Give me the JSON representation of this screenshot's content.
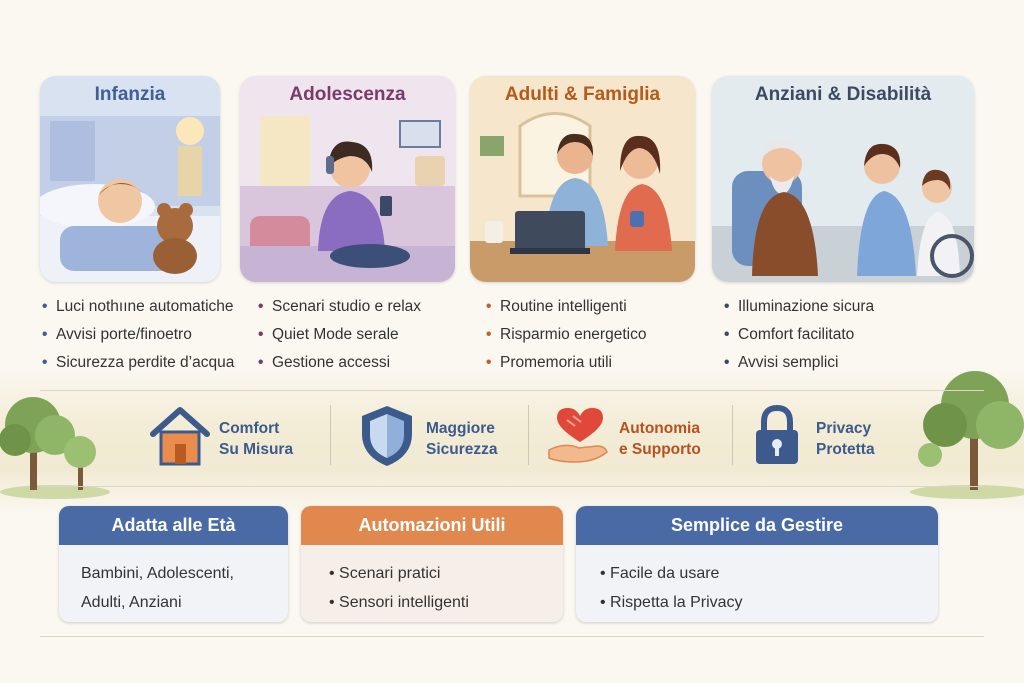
{
  "panels": [
    {
      "title": "Infanzia",
      "color": "#3f5f95",
      "bullet_color": "#3f5f95",
      "bullets": [
        "Luci nothııne automatiche",
        "Avvisi porte/finoetro",
        "Sicurezza perdite d’acqua"
      ]
    },
    {
      "title": "Adolescenza",
      "color": "#7a3a6a",
      "bullet_color": "#7a3a6a",
      "bullets": [
        "Scenari studio e relax",
        "Quiet Mode serale",
        "Gestione accessi"
      ]
    },
    {
      "title": "Adulti & Famiglia",
      "color": "#b35a1c",
      "bullet_color": "#c0602a",
      "bullets": [
        "Routine intelligenti",
        "Risparmio energetico",
        "Promemoria utili"
      ]
    },
    {
      "title": "Anziani & Disabilità",
      "color": "#3c4a63",
      "bullet_color": "#3c4a63",
      "bullets": [
        "Illuminazione sicura",
        "Comfort facilitato",
        "Avvisi semplici"
      ]
    }
  ],
  "features": [
    {
      "line1": "Comfort",
      "line2": "Su Misura",
      "color": "#3d5a8c",
      "icon": "house-icon"
    },
    {
      "line1": "Maggiore",
      "line2": "Sicurezza",
      "color": "#3d5a8c",
      "icon": "shield-icon"
    },
    {
      "line1": "Autonomia",
      "line2": "e Supporto",
      "color": "#b5521f",
      "icon": "heart-hand-icon"
    },
    {
      "line1": "Privacy",
      "line2": "Protetta",
      "color": "#3d5a8c",
      "icon": "lock-icon"
    }
  ],
  "summary": [
    {
      "title": "Adatta alle Età",
      "header_color": "#4a6aa6",
      "lines": [
        "Bambini, Adolescenti,",
        "Adulti, Anziani"
      ]
    },
    {
      "title": "Automazioni Utili",
      "header_color": "#e0884e",
      "lines": [
        "• Scenari pratici",
        "• Sensori intelligenti"
      ]
    },
    {
      "title": "Semplice da Gestire",
      "header_color": "#4a6aa6",
      "lines": [
        "• Facile da usare",
        "• Rispetta la Privacy"
      ]
    }
  ]
}
